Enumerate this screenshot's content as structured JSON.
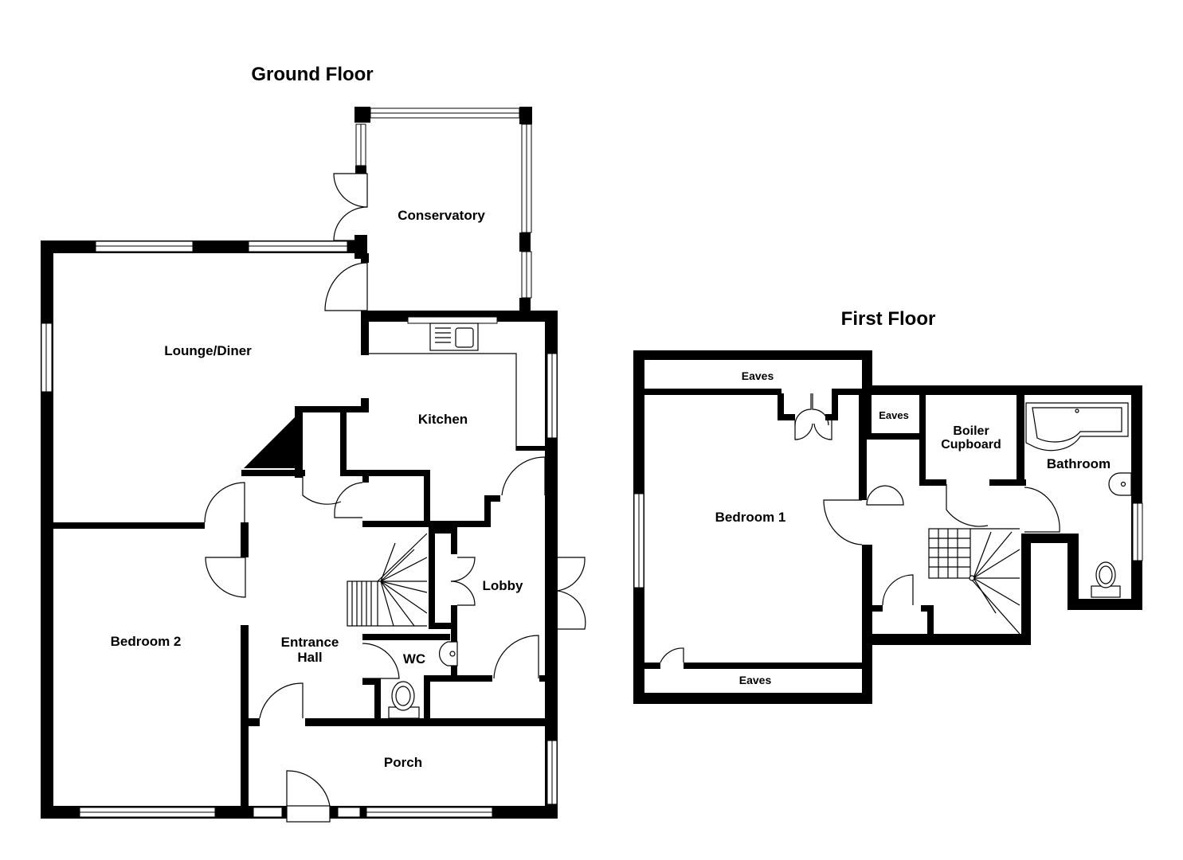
{
  "floors": [
    {
      "title": "Ground Floor",
      "rooms": [
        "Conservatory",
        "Lounge/Diner",
        "Kitchen",
        "Lobby",
        "Entrance",
        "Hall",
        "WC",
        "Bedroom 2",
        "Porch"
      ]
    },
    {
      "title": "First Floor",
      "rooms": [
        "Eaves",
        "Eaves",
        "Boiler",
        "Cupboard",
        "Bathroom",
        "Bedroom 1",
        "Eaves"
      ]
    }
  ],
  "colors": {
    "wall": "#000000",
    "background": "#ffffff"
  }
}
